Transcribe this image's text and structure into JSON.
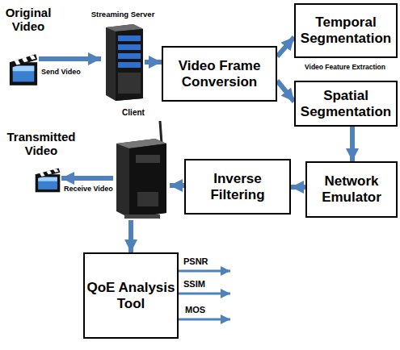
{
  "diagram": {
    "nodes": [
      {
        "text": [
          "Original Video"
        ]
      },
      {
        "text": [
          "Streaming Server"
        ]
      },
      {
        "text": [
          "Video Frame Conversion"
        ]
      },
      {
        "text": [
          "Temporal Segmentation"
        ]
      },
      {
        "text": [
          "Spatial Segmentation"
        ]
      },
      {
        "text": [
          "Network Emulator"
        ]
      },
      {
        "text": [
          "Inverse Filtering"
        ]
      },
      {
        "text": [
          "Client"
        ]
      },
      {
        "text": [
          "Transmitted Video"
        ]
      },
      {
        "text": [
          "QoE Analysis Tool"
        ]
      }
    ],
    "edges": [
      {
        "from": 0,
        "to": 1,
        "arrow": "to",
        "label": "Send Video"
      },
      {
        "from": 1,
        "to": 2,
        "arrow": "to"
      },
      {
        "from": 2,
        "to": 3,
        "arrow": "to"
      },
      {
        "from": 2,
        "to": 4,
        "arrow": "to"
      },
      {
        "from": 4,
        "to": 5,
        "arrow": "to"
      },
      {
        "from": 5,
        "to": 6,
        "arrow": "to"
      },
      {
        "from": 6,
        "to": 7,
        "arrow": "to"
      },
      {
        "from": 7,
        "to": 8,
        "arrow": "to",
        "label": "Receive Video"
      },
      {
        "from": 7,
        "to": 9,
        "arrow": "to"
      }
    ],
    "labels": [
      "Video Feature Extraction",
      "PSNR",
      "SSIM",
      "MOS"
    ]
  }
}
